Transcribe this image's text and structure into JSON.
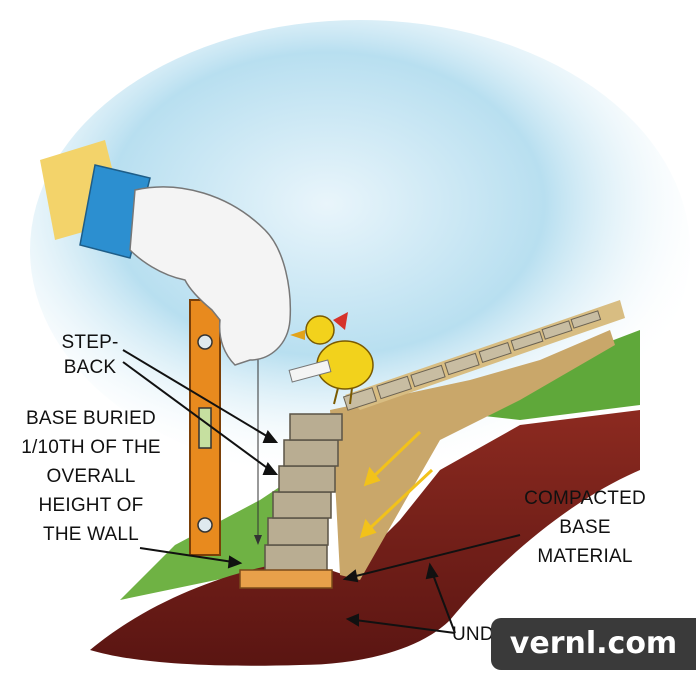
{
  "labels": {
    "step_back": [
      "STEP-",
      "BACK"
    ],
    "base_buried": [
      "BASE BURIED",
      "1/10TH OF THE",
      "OVERALL",
      "HEIGHT OF",
      "THE WALL"
    ],
    "compacted": [
      "COMPACTED",
      "BASE",
      "MATERIAL"
    ],
    "undisturbed": "UNDISTURBED SOIL"
  },
  "watermark": "vernl.com",
  "colors": {
    "sky": "#9fd0ea",
    "grass": "#5fa83a",
    "soil": "#7a1f1a",
    "gravel": "#c9a76a",
    "blocks": "#b9ad92",
    "level": "#e88a1e",
    "glove": "#f4f4f4",
    "cuff": "#2c8fd0",
    "bird": "#f2d21c"
  }
}
